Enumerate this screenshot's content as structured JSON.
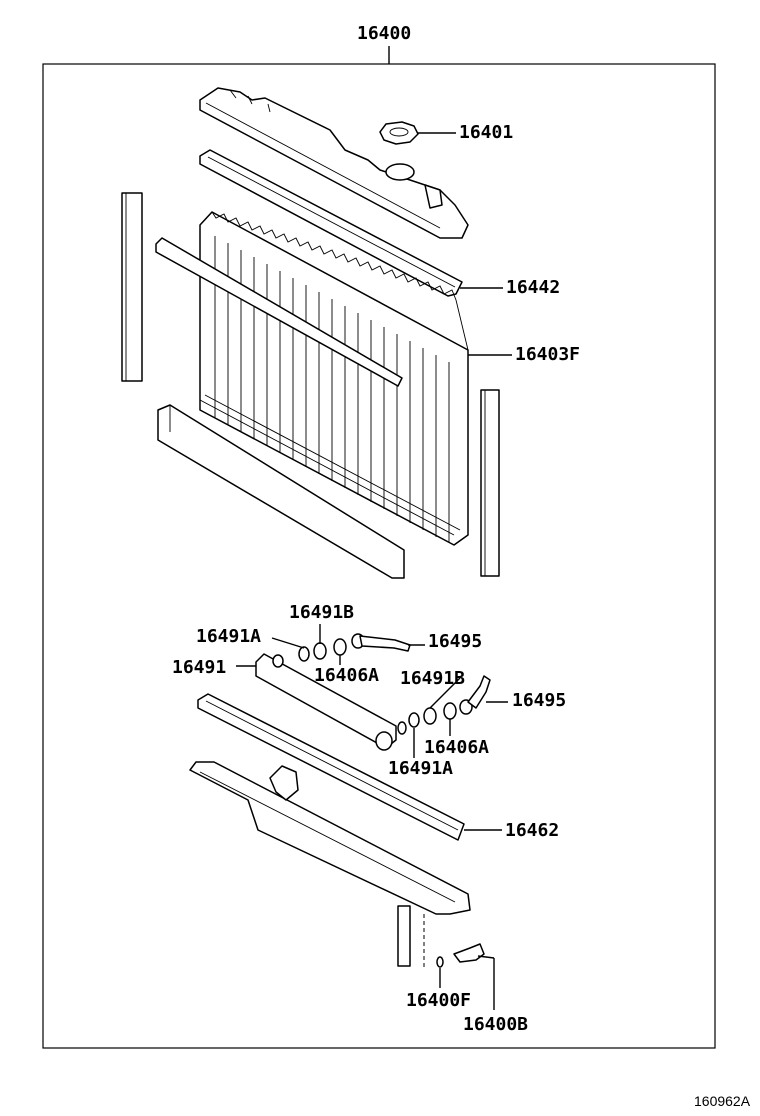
{
  "diagram": {
    "assembly_number": "16400",
    "reference_code": "160962A",
    "parts": {
      "cap": "16401",
      "upper_gasket": "16442",
      "core": "16403F",
      "oil_cooler_gasket_b": "16491B",
      "oil_cooler_gasket_a_upper": "16491A",
      "hose_upper": "16495",
      "oil_cooler": "16491",
      "washer_upper": "16406A",
      "gasket_b_lower": "16491B",
      "hose_lower": "16495",
      "washer_lower": "16406A",
      "gasket_a_lower": "16491A",
      "lower_gasket": "16462",
      "drain_seal": "16400F",
      "drain_cock": "16400B"
    }
  }
}
